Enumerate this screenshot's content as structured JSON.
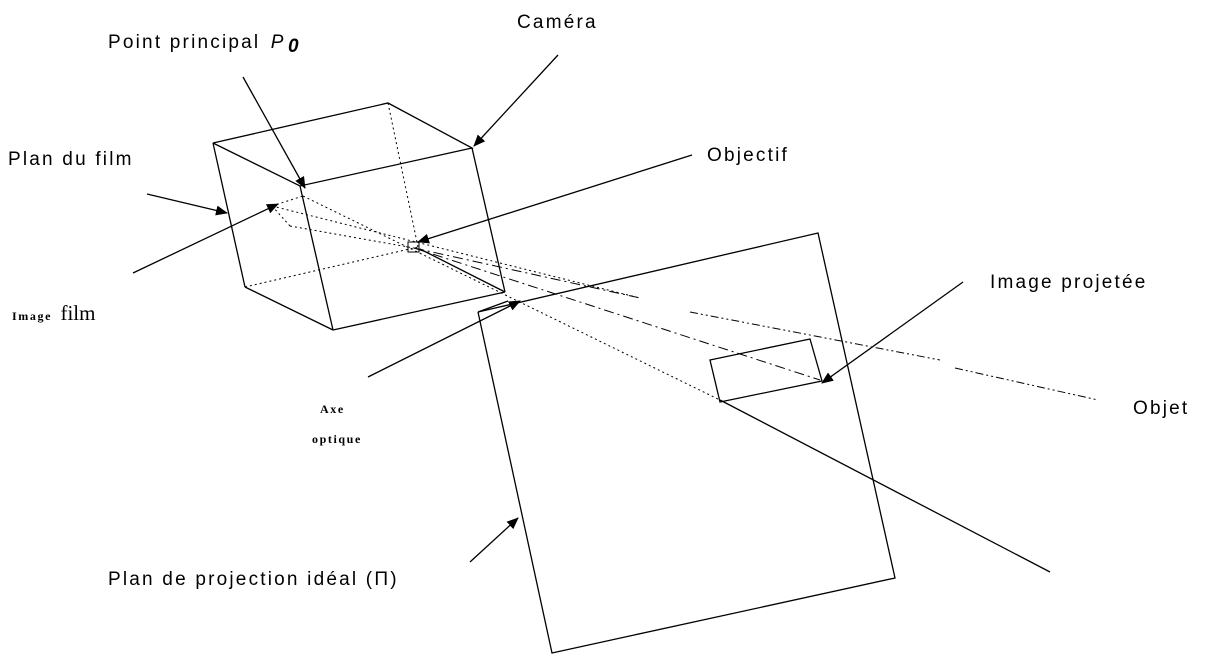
{
  "labels": {
    "camera": "Caméra",
    "principal_point": "Point principal",
    "principal_point_symbol": "P",
    "principal_point_subscript": "0",
    "film_plane": "Plan du film",
    "lens": "Objectif",
    "image_film_part1": "Image",
    "image_film_part2": "film",
    "projected_image": "Image projetée",
    "object": "Objet",
    "optical_axis_line1": "Axe",
    "optical_axis_line2": "optique",
    "ideal_projection_plane": "Plan de projection idéal (Π)"
  }
}
